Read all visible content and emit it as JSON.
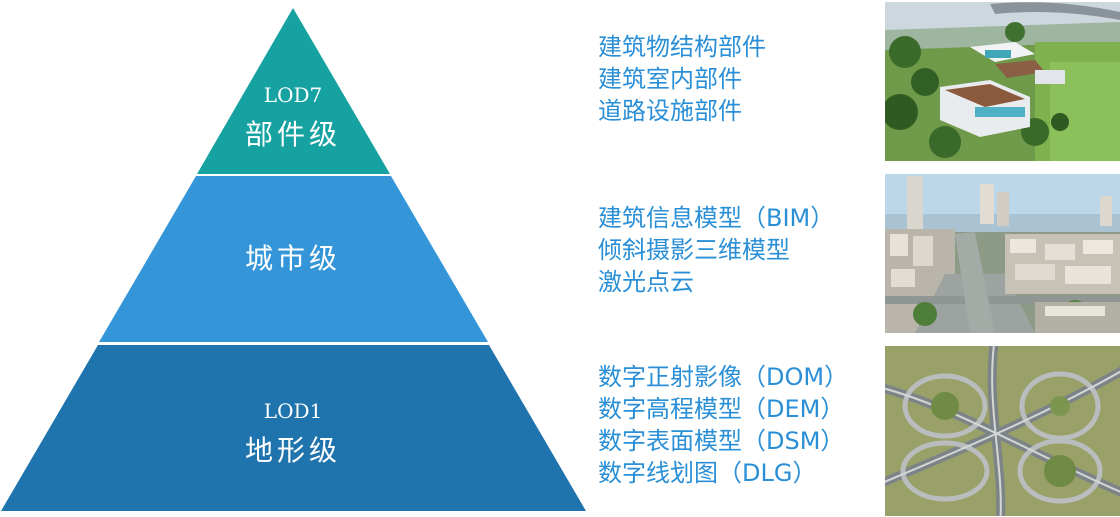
{
  "pyramid": {
    "tiers": [
      {
        "code": "LOD7",
        "name": "部件级",
        "color": "#17a2a2"
      },
      {
        "code": "",
        "name": "城市级",
        "color": "#3496d9"
      },
      {
        "code": "LOD1",
        "name": "地形级",
        "color": "#1f74ad"
      }
    ]
  },
  "descriptions": {
    "top": [
      "建筑物结构部件",
      "建筑室内部件",
      "道路设施部件"
    ],
    "middle": [
      "建筑信息模型（BIM）",
      "倾斜摄影三维模型",
      "激光点云"
    ],
    "bottom": [
      "数字正射影像（DOM）",
      "数字高程模型（DEM）",
      "数字表面模型（DSM）",
      "数字线划图（DLG）"
    ]
  },
  "text_color": "#2a8fd6",
  "photos": {
    "top": "aerial-campus-photo",
    "middle": "aerial-city-photo",
    "bottom": "highway-interchange-photo"
  }
}
